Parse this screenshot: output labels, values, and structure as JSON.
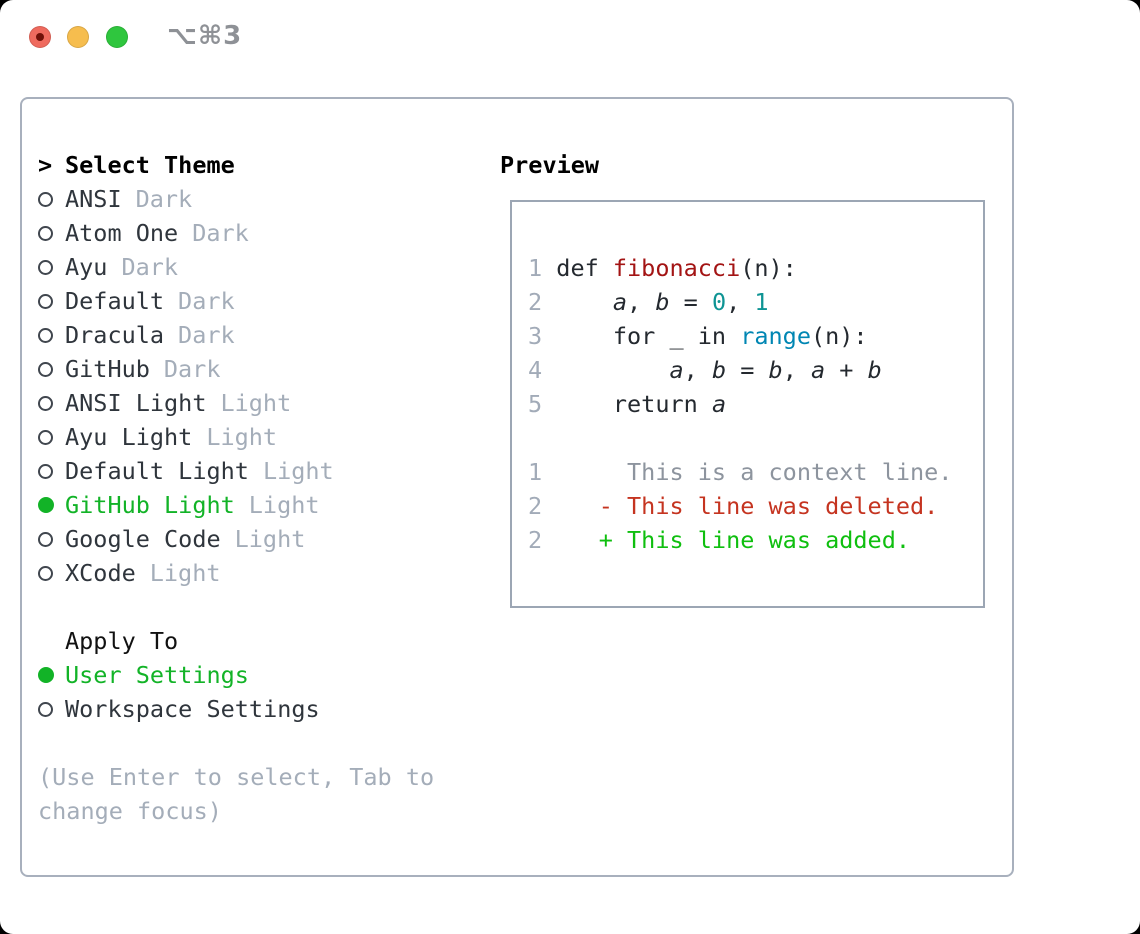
{
  "window": {
    "title": "⌥⌘3"
  },
  "colors": {
    "accent_green": "#12b327",
    "text_dark": "#2f353c",
    "muted_gray": "#a4adb9",
    "panel_border": "#a8b0bd",
    "function_red": "#a31414",
    "number_teal": "#0e9494",
    "builtin_blue": "#0086b3",
    "diff_deleted_red": "#c53420",
    "diff_added_green": "#0fbf0f",
    "diff_context_gray": "#8d949e",
    "traffic_red": "#ef6a5e",
    "traffic_yellow": "#f6bd4e",
    "traffic_green": "#2fc63e"
  },
  "theme_list": {
    "prompt": ">",
    "title": "Select Theme",
    "items": [
      {
        "name": "ANSI",
        "variant": "Dark",
        "selected": false
      },
      {
        "name": "Atom One",
        "variant": "Dark",
        "selected": false
      },
      {
        "name": "Ayu",
        "variant": "Dark",
        "selected": false
      },
      {
        "name": "Default",
        "variant": "Dark",
        "selected": false
      },
      {
        "name": "Dracula",
        "variant": "Dark",
        "selected": false
      },
      {
        "name": "GitHub",
        "variant": "Dark",
        "selected": false
      },
      {
        "name": "ANSI Light",
        "variant": "Light",
        "selected": false
      },
      {
        "name": "Ayu Light",
        "variant": "Light",
        "selected": false
      },
      {
        "name": "Default Light",
        "variant": "Light",
        "selected": false
      },
      {
        "name": "GitHub Light",
        "variant": "Light",
        "selected": true
      },
      {
        "name": "Google Code",
        "variant": "Light",
        "selected": false
      },
      {
        "name": "XCode",
        "variant": "Light",
        "selected": false
      }
    ]
  },
  "apply_to": {
    "title": "Apply To",
    "options": [
      {
        "label": "User Settings",
        "selected": true
      },
      {
        "label": "Workspace Settings",
        "selected": false
      }
    ]
  },
  "hint": "(Use Enter to select, Tab to change focus)",
  "preview": {
    "title": "Preview",
    "lines": [
      {
        "num": "1",
        "segments": [
          {
            "t": "def ",
            "s": "code"
          },
          {
            "t": "fibonacci",
            "s": "func"
          },
          {
            "t": "(n):",
            "s": "code"
          }
        ]
      },
      {
        "num": "2",
        "segments": [
          {
            "t": "    ",
            "s": "code"
          },
          {
            "t": "a",
            "s": "var"
          },
          {
            "t": ", ",
            "s": "code"
          },
          {
            "t": "b",
            "s": "var"
          },
          {
            "t": " = ",
            "s": "code"
          },
          {
            "t": "0",
            "s": "numlit"
          },
          {
            "t": ", ",
            "s": "code"
          },
          {
            "t": "1",
            "s": "numlit"
          }
        ]
      },
      {
        "num": "3",
        "segments": [
          {
            "t": "    for _ in ",
            "s": "code"
          },
          {
            "t": "range",
            "s": "builtin"
          },
          {
            "t": "(n):",
            "s": "code"
          }
        ]
      },
      {
        "num": "4",
        "segments": [
          {
            "t": "        ",
            "s": "code"
          },
          {
            "t": "a",
            "s": "var"
          },
          {
            "t": ", ",
            "s": "code"
          },
          {
            "t": "b",
            "s": "var"
          },
          {
            "t": " = ",
            "s": "code"
          },
          {
            "t": "b",
            "s": "var"
          },
          {
            "t": ", ",
            "s": "code"
          },
          {
            "t": "a",
            "s": "var"
          },
          {
            "t": " + ",
            "s": "code"
          },
          {
            "t": "b",
            "s": "var"
          }
        ]
      },
      {
        "num": "5",
        "segments": [
          {
            "t": "    return ",
            "s": "code"
          },
          {
            "t": "a",
            "s": "var"
          }
        ]
      },
      {
        "num": "",
        "segments": []
      },
      {
        "num": "1",
        "segments": [
          {
            "t": "     This is a context line.",
            "s": "ctx"
          }
        ]
      },
      {
        "num": "2",
        "segments": [
          {
            "t": "   - This line was deleted.",
            "s": "del"
          }
        ]
      },
      {
        "num": "2",
        "segments": [
          {
            "t": "   + This line was added.",
            "s": "add"
          }
        ]
      }
    ]
  }
}
